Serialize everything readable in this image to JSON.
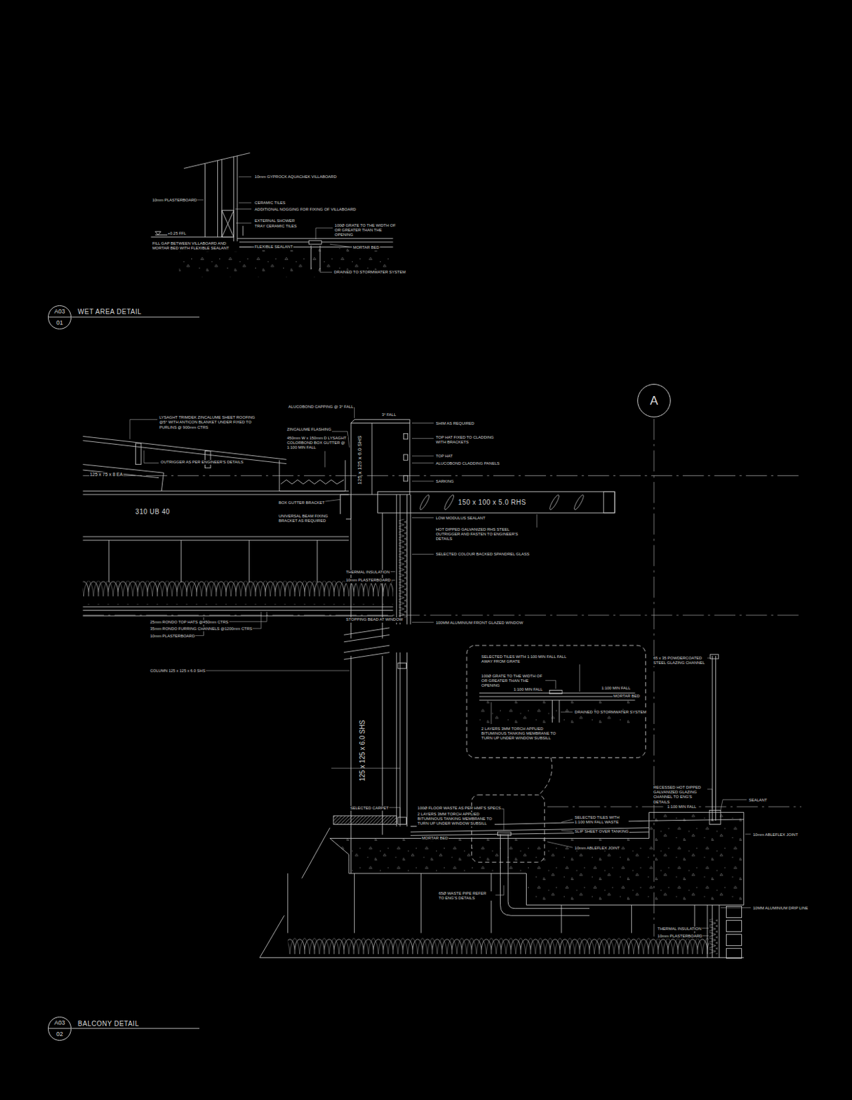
{
  "diagram": {
    "nodes": [
      {
        "text": [
          "A03",
          "01"
        ]
      },
      {
        "text": [
          "A03",
          "02"
        ]
      },
      {
        "text": [
          "A"
        ]
      }
    ],
    "labels": [
      "10mm GYPROCK AQUACHEK VILLABOARD",
      "10mm PLASTERBOARD",
      "CERAMIC TILES",
      "ADDITIONAL NOGGING FOR FIXING OF VILLABOARD",
      "EXTERNAL SHOWER TRAY CERAMIC TILES",
      "100Ø GRATE TO THE WIDTH OF OR GREATER THAN THE OPENING",
      "+0.25 FFL",
      "FILL GAP BETWEEN VILLABOARD AND MORTAR BED WITH FLEXIBLE SEALANT",
      "FLEXIBLE SEALANT",
      "MORTAR BED",
      "DRAINED TO STORMWATER SYSTEM",
      "WET AREA DETAIL",
      "ALUCOBOND CAPPING @ 3° FALL",
      "3° FALL",
      "LYSAGHT TRIMDEK ZINCALUME SHEET ROOFING @5° WITH ANTICON BLANKET UNDER FIXED TO PURLINS @ 900mm CTRS",
      "SHIM AS REQUIRED",
      "ZINCALUME FLASHING",
      "450mm W x 150mm D LYSAGHT COLORBOND BOX GUTTER @ 1:100 MIN FALL",
      "TOP HAT FIXED TO CLADDING WITH BRACKETS",
      "OUTRIGGER AS PER ENGINEER'S DETAILS",
      "TOP HAT",
      "ALUCOBOND CLADDING PANELS",
      "125 x 75 x 8 EA",
      "SARKING",
      "125 x 125 x 6.0 SHS",
      "150 x 100 x 5.0 RHS",
      "BOX GUTTER BRACKET",
      "310 UB 40",
      "UNIVERSAL BEAM FIXING BRACKET AS REQUIRED",
      "LOW MODULUS SEALANT",
      "HOT DIPPED GALVANIZED RHS STEEL OUTRIGGER AND FASTEN TO ENGINEER'S DETAILS",
      "SELECTED COLOUR BACKED SPANDREL GLASS",
      "THERMAL INSULATION",
      "10mm PLASTERBOARD",
      "25mm RONDO TOP HATS @450mm CTRS",
      "35mm RONDO FURRING CHANNELS @1200mm CTRS",
      "10mm PLASTERBOARD",
      "STOPPING BEAD AT WINDOW",
      "100MM ALUMINIUM FRONT GLAZED WINDOW",
      "COLUMN 125 x 125 x 6.0 SHS",
      "125 x 125 x 6.0 SHS",
      "65 x 35 POWDERCOATED STEEL GLAZING CHANNEL",
      "SELECTED TILES WITH 1:100 MIN FALL FALL AWAY FROM GRATE",
      "100Ø GRATE TO THE WIDTH OF OR GREATER THAN THE OPENING",
      "1:100 MIN FALL",
      "1:100 MIN FALL",
      "MORTAR BED",
      "DRAINED TO STORMWATER SYSTEM",
      "2 LAYERS 3MM TORCH APPLIED BITUMINOUS TANKING MEMBRANE TO TURN UP UNDER WINDOW SUBSILL",
      "RECESSED HOT DIPPED GALVANIZED GLAZING CHANNEL TO ENG'S DETAILS",
      "SEALANT",
      "SELECTED CARPET",
      "100Ø FLOOR WASTE AS PER HMF'S SPECS",
      "2 LAYERS 3MM TORCH APPLIED BITUMINOUS TANKING MEMBRANE TO TURN UP UNDER WINDOW SUBSILL",
      "SELECTED TILES WITH 1:100 MIN FALL WASTE",
      "1:100 MIN FALL",
      "SLIP SHEET OVER TANKING",
      "MORTAR BED",
      "10mm ABLEFLEX JOINT",
      "10mm ABLEFLEX JOINT",
      "65Ø WASTE PIPE REFER TO ENG'S DETAILS",
      "10MM ALUMINIUM DRIP LINE",
      "THERMAL INSULATION",
      "10mm PLASTERBOARD",
      "BALCONY DETAIL"
    ]
  }
}
